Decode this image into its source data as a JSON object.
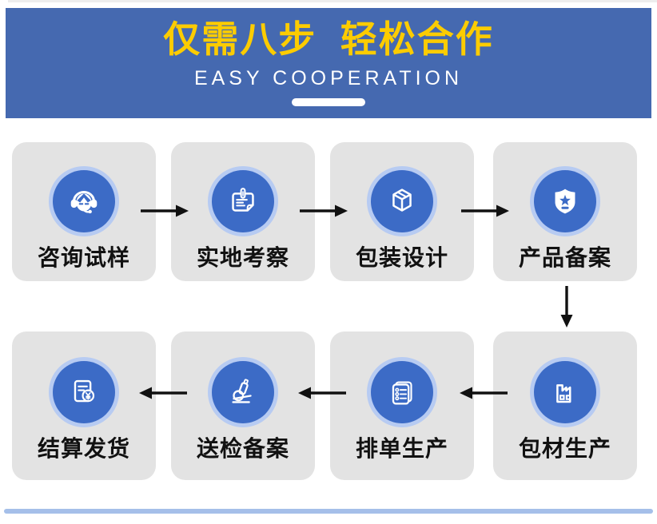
{
  "header": {
    "title": "仅需八步  轻松合作",
    "subtitle": "EASY COOPERATION"
  },
  "steps": [
    {
      "label": "咨询试样",
      "icon": "customer-service-icon"
    },
    {
      "label": "实地考察",
      "icon": "site-survey-note-icon"
    },
    {
      "label": "包装设计",
      "icon": "package-box-icon"
    },
    {
      "label": "产品备案",
      "icon": "shield-star-icon"
    },
    {
      "label": "包材生产",
      "icon": "factory-icon"
    },
    {
      "label": "排单生产",
      "icon": "order-list-icon"
    },
    {
      "label": "送检备案",
      "icon": "microscope-icon"
    },
    {
      "label": "结算发货",
      "icon": "invoice-yuan-icon"
    }
  ],
  "colors": {
    "banner_bg": "#4569b0",
    "title_text": "#fccc00",
    "subtitle_text": "#ffffff",
    "card_bg": "#e3e3e3",
    "icon_circle": "#3c6bc6",
    "icon_ring": "#b7cbf2",
    "arrow": "#111111",
    "bottom_bar": "#a5bfe9"
  }
}
